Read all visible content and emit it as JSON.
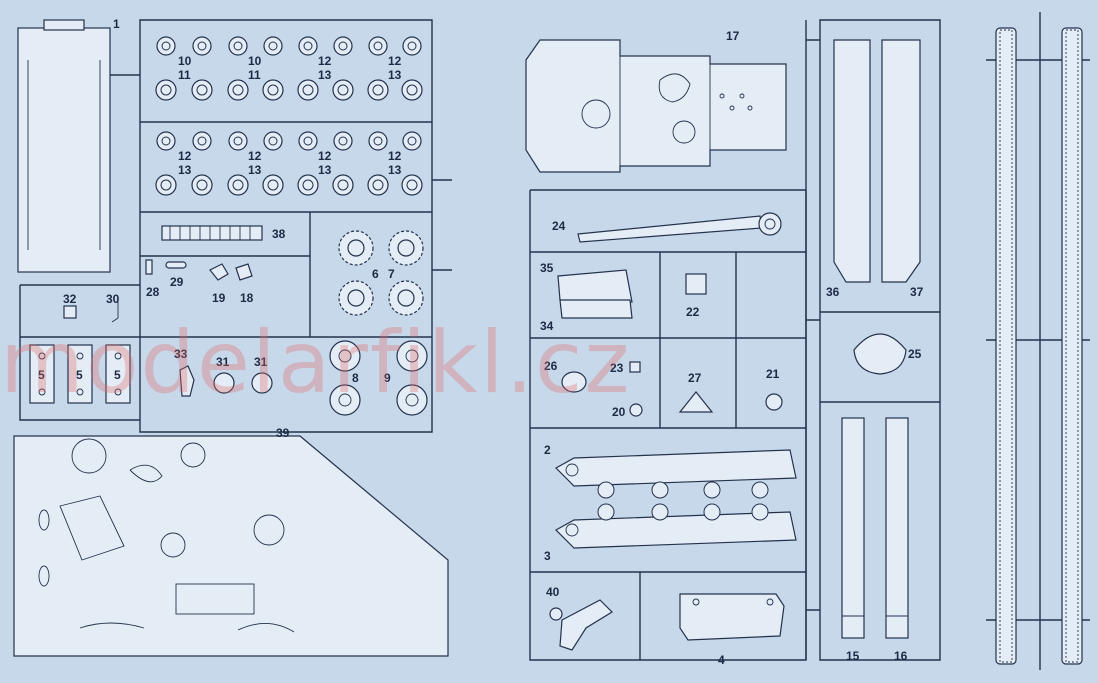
{
  "watermark": "modelarfikl.cz",
  "colors": {
    "background": "#c7d8ea",
    "line": "#24324d",
    "part_fill": "#e4ecf5",
    "watermark": "#e06868"
  },
  "labels": {
    "p1": "1",
    "p2": "2",
    "p3": "3",
    "p4": "4",
    "p5a": "5",
    "p5b": "5",
    "p5c": "5",
    "p6": "6",
    "p7": "7",
    "p8": "8",
    "p9": "9",
    "p10a": "10",
    "p10b": "10",
    "p11a": "11",
    "p11b": "11",
    "p12": [
      "12",
      "12",
      "12",
      "12",
      "12",
      "12"
    ],
    "p13": [
      "13",
      "13",
      "13",
      "13",
      "13",
      "13"
    ],
    "p15": "15",
    "p16": "16",
    "p17": "17",
    "p18": "18",
    "p19": "19",
    "p20": "20",
    "p21": "21",
    "p22": "22",
    "p23": "23",
    "p24": "24",
    "p25": "25",
    "p26": "26",
    "p27": "27",
    "p28": "28",
    "p29": "29",
    "p30": "30",
    "p31a": "31",
    "p31b": "31",
    "p32": "32",
    "p33": "33",
    "p34": "34",
    "p35": "35",
    "p36": "36",
    "p37": "37",
    "p38": "38",
    "p39": "39",
    "p40": "40"
  }
}
